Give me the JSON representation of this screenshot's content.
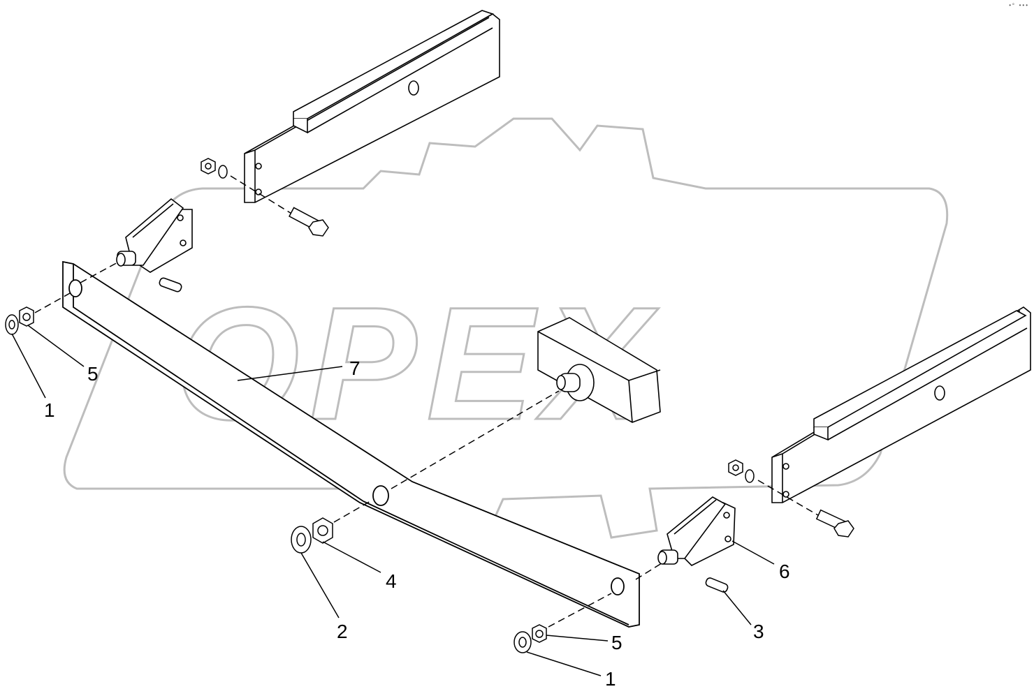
{
  "watermark": {
    "text": "OPEX",
    "color": "#bdbdbd"
  },
  "corner_mark": "•° •••",
  "callouts": [
    {
      "label": "1"
    },
    {
      "label": "5"
    },
    {
      "label": "7"
    },
    {
      "label": "2"
    },
    {
      "label": "4"
    },
    {
      "label": "5"
    },
    {
      "label": "1"
    },
    {
      "label": "6"
    },
    {
      "label": "3"
    }
  ],
  "colors": {
    "line": "#000000",
    "background": "#ffffff"
  }
}
